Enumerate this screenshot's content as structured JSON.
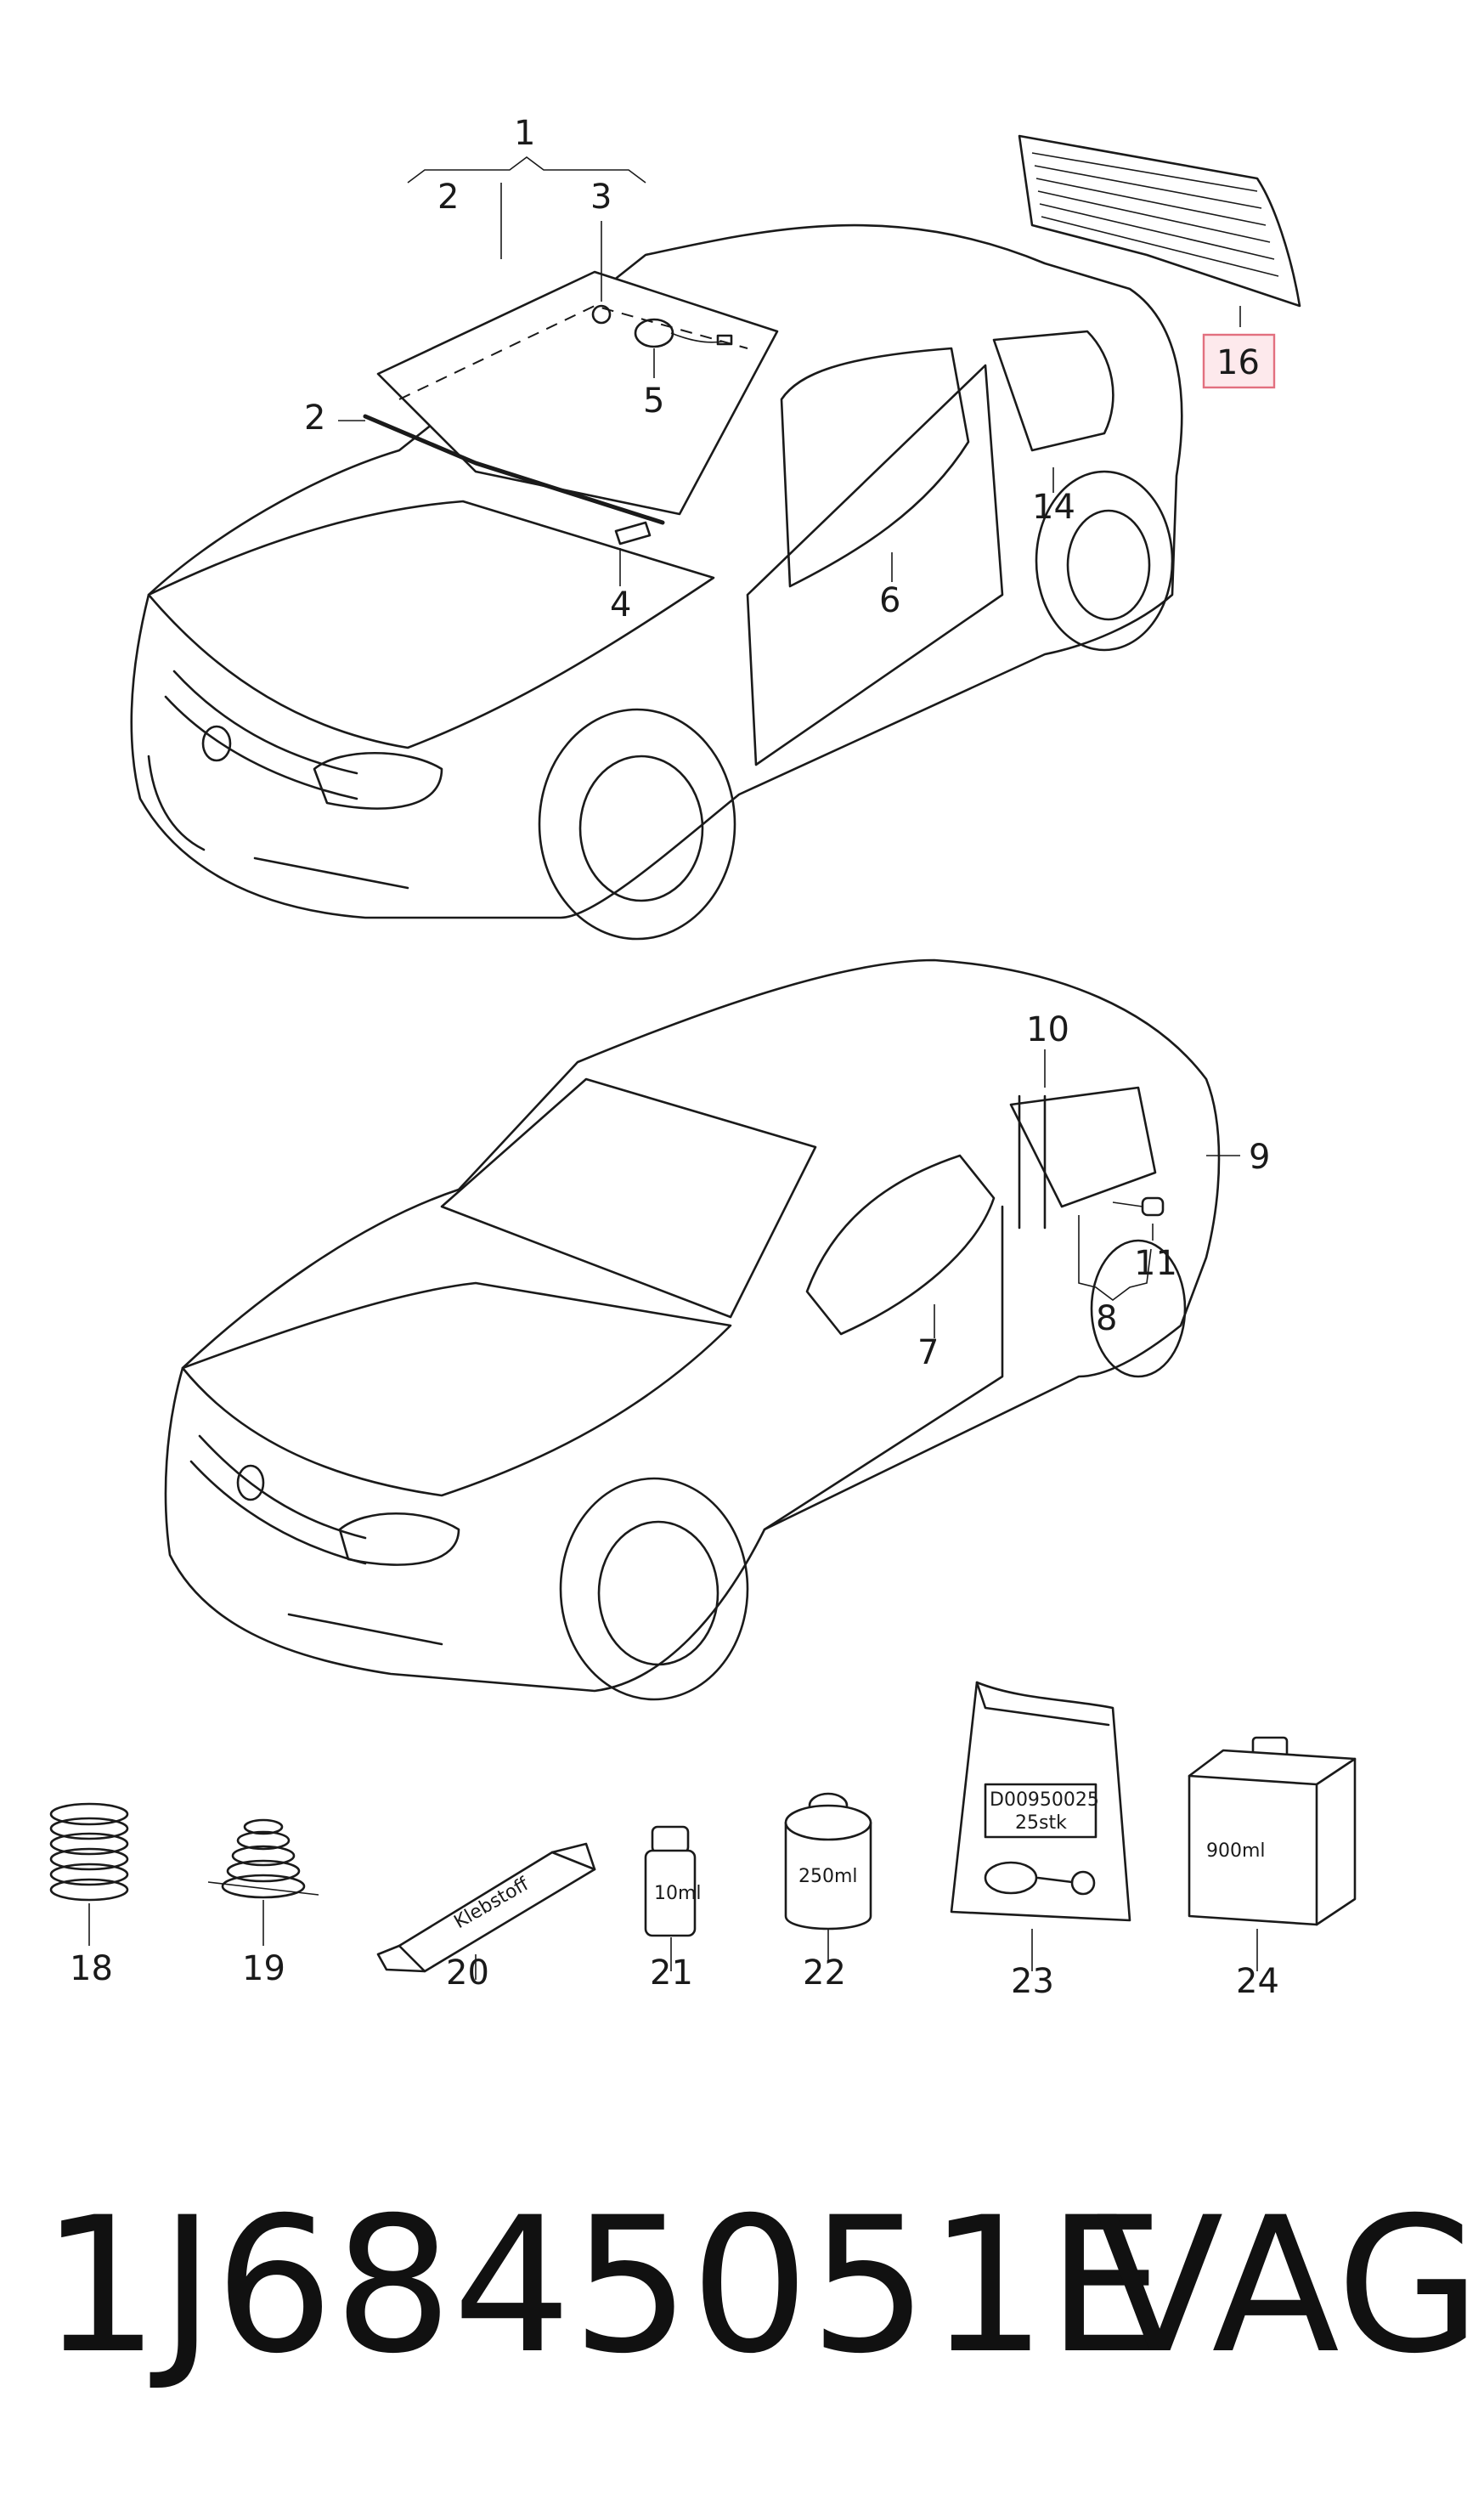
{
  "labels": {
    "l1": "1",
    "l2a": "2",
    "l2b": "2",
    "l3": "3",
    "l4": "4",
    "l5": "5",
    "l6": "6",
    "l14": "14",
    "l16": "16",
    "l7": "7",
    "l8": "8",
    "l9": "9",
    "l10": "10",
    "l11": "11",
    "l18": "18",
    "l19": "19",
    "l20": "20",
    "l21": "21",
    "l22": "22",
    "l23": "23",
    "l24": "24"
  },
  "accessories": {
    "tube_text": "Klebstoff",
    "bottle_small_text": "10ml",
    "can_text": "250ml",
    "bag_code": "D00950025",
    "bag_qty": "25stk",
    "canister_text": "900ml"
  },
  "highlighted_part": "16",
  "highlight_color": "#e2707f",
  "footer": {
    "part_number": "1J6845051E",
    "brand": "VAG"
  }
}
